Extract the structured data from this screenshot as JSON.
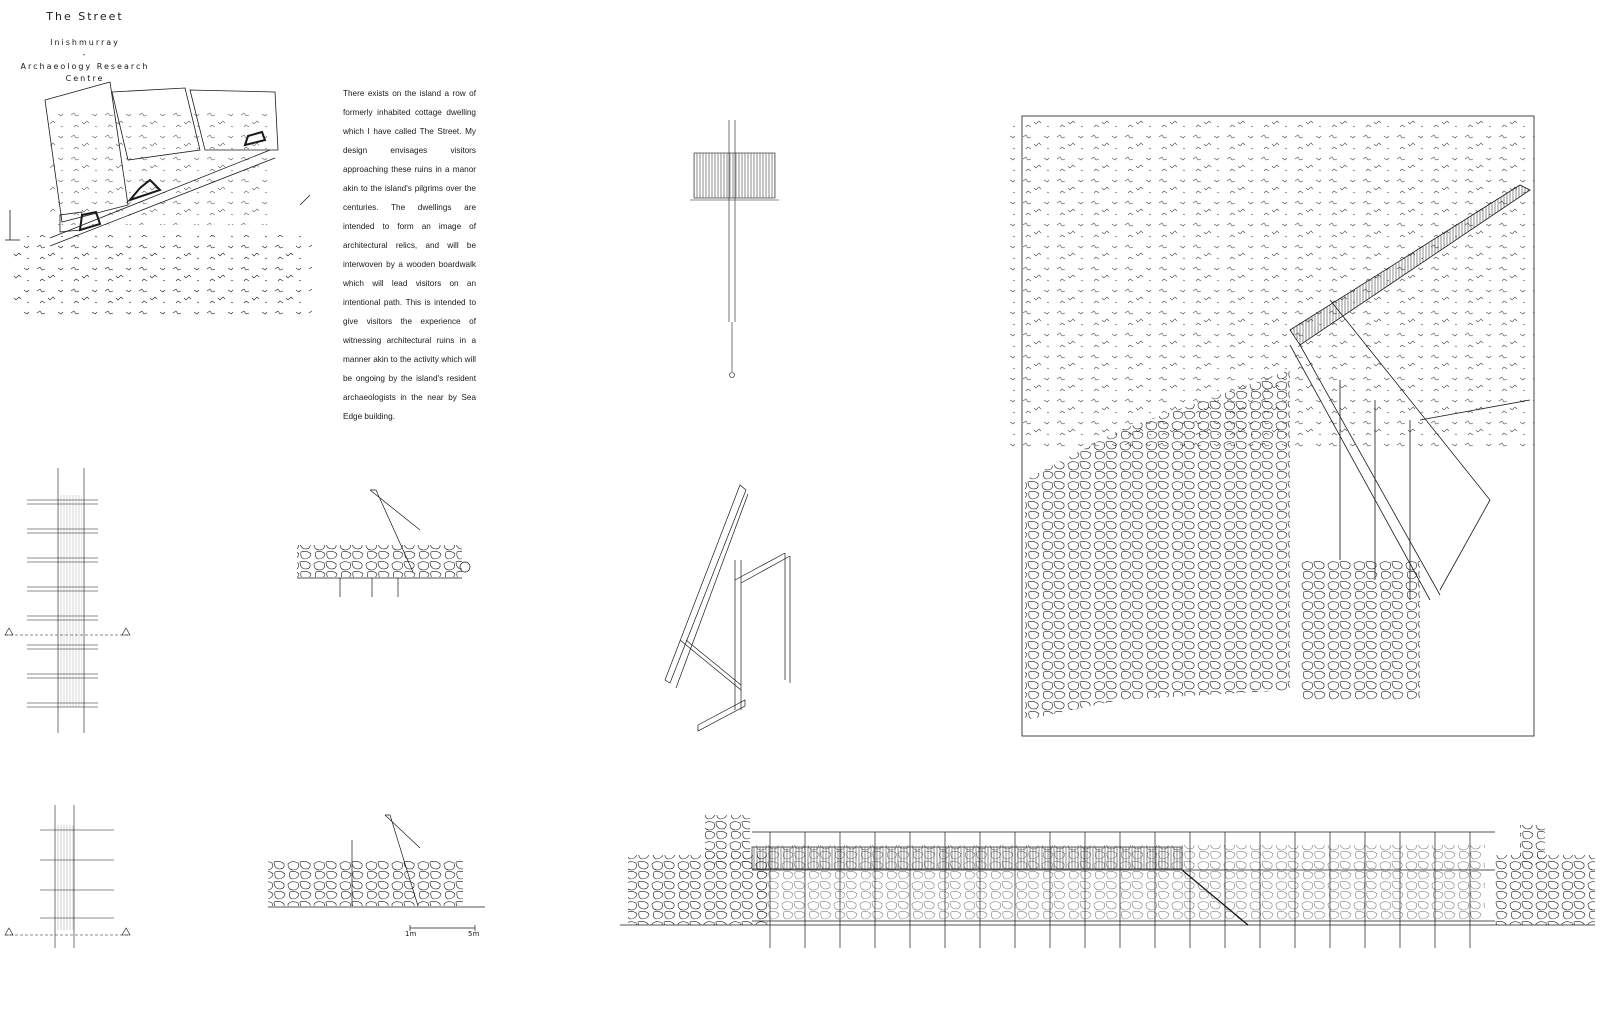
{
  "header": {
    "title": "The Street",
    "island": "Inishmurray",
    "dash": "-",
    "line1": "Archaeology  Research",
    "line2": "Centre"
  },
  "description": "There exists on the island a row of formerly inhabited cottage dwelling which I have called The Street. My design envisages visitors approaching these ruins in a manor akin to the island's pilgrims over the centuries. The dwellings are intended to form an image of architectural relics, and will be interwoven by a wooden boardwalk which will lead visitors on an intentional path. This is intended to give visitors the experience of witnessing architectural ruins in a manner akin to the activity which will be ongoing by the island's resident archaeologists in the near by Sea Edge building.",
  "scale_bar": {
    "start": "1m",
    "end": "5m"
  },
  "colors": {
    "line": "#1a1a1a",
    "paper": "#ffffff"
  }
}
